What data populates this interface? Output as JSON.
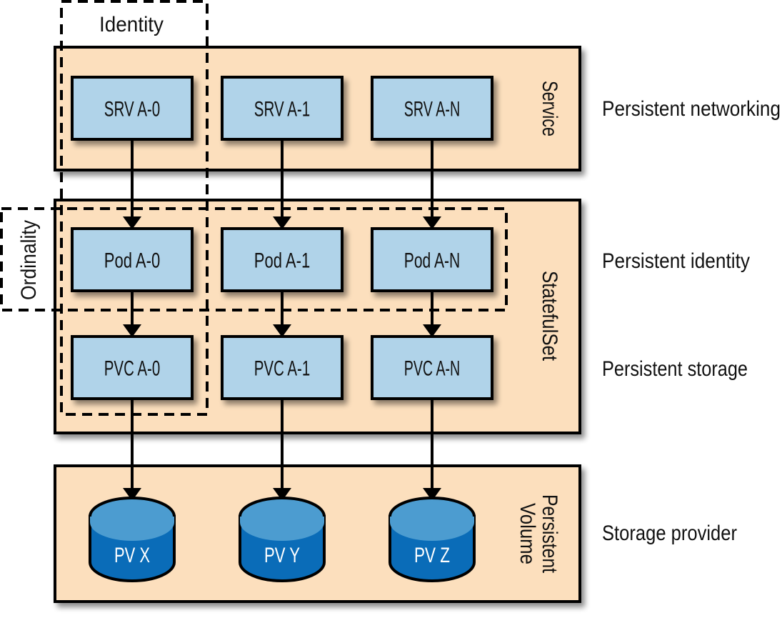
{
  "diagram": {
    "colors": {
      "layer_fill": "#fcdfbd",
      "box_fill": "#b0d3e9",
      "cyl_top": "#4c9cd0",
      "cyl_body": "#0a6cb8",
      "stroke": "#000000"
    },
    "layers": [
      {
        "id": "service",
        "title": "Service",
        "description": "Persistent networking"
      },
      {
        "id": "statefulset",
        "title": "StatefulSet",
        "description_rows": [
          "Persistent identity",
          "Persistent storage"
        ]
      },
      {
        "id": "pv",
        "title_lines": [
          "Persistent",
          "Volume"
        ],
        "description": "Storage provider"
      }
    ],
    "rows": {
      "srv": [
        "SRV A-0",
        "SRV A-1",
        "SRV A-N"
      ],
      "pod": [
        "Pod A-0",
        "Pod A-1",
        "Pod A-N"
      ],
      "pvc": [
        "PVC A-0",
        "PVC A-1",
        "PVC A-N"
      ],
      "pv": [
        "PV X",
        "PV Y",
        "PV Z"
      ]
    },
    "groups": {
      "identity": "Identity",
      "ordinality": "Ordinality"
    },
    "descriptions": {
      "networking": "Persistent networking",
      "identity": "Persistent identity",
      "storage": "Persistent storage",
      "provider": "Storage provider"
    },
    "layer_titles": {
      "service": "Service",
      "statefulset": "StatefulSet",
      "pv_line1": "Persistent",
      "pv_line2": "Volume"
    }
  }
}
